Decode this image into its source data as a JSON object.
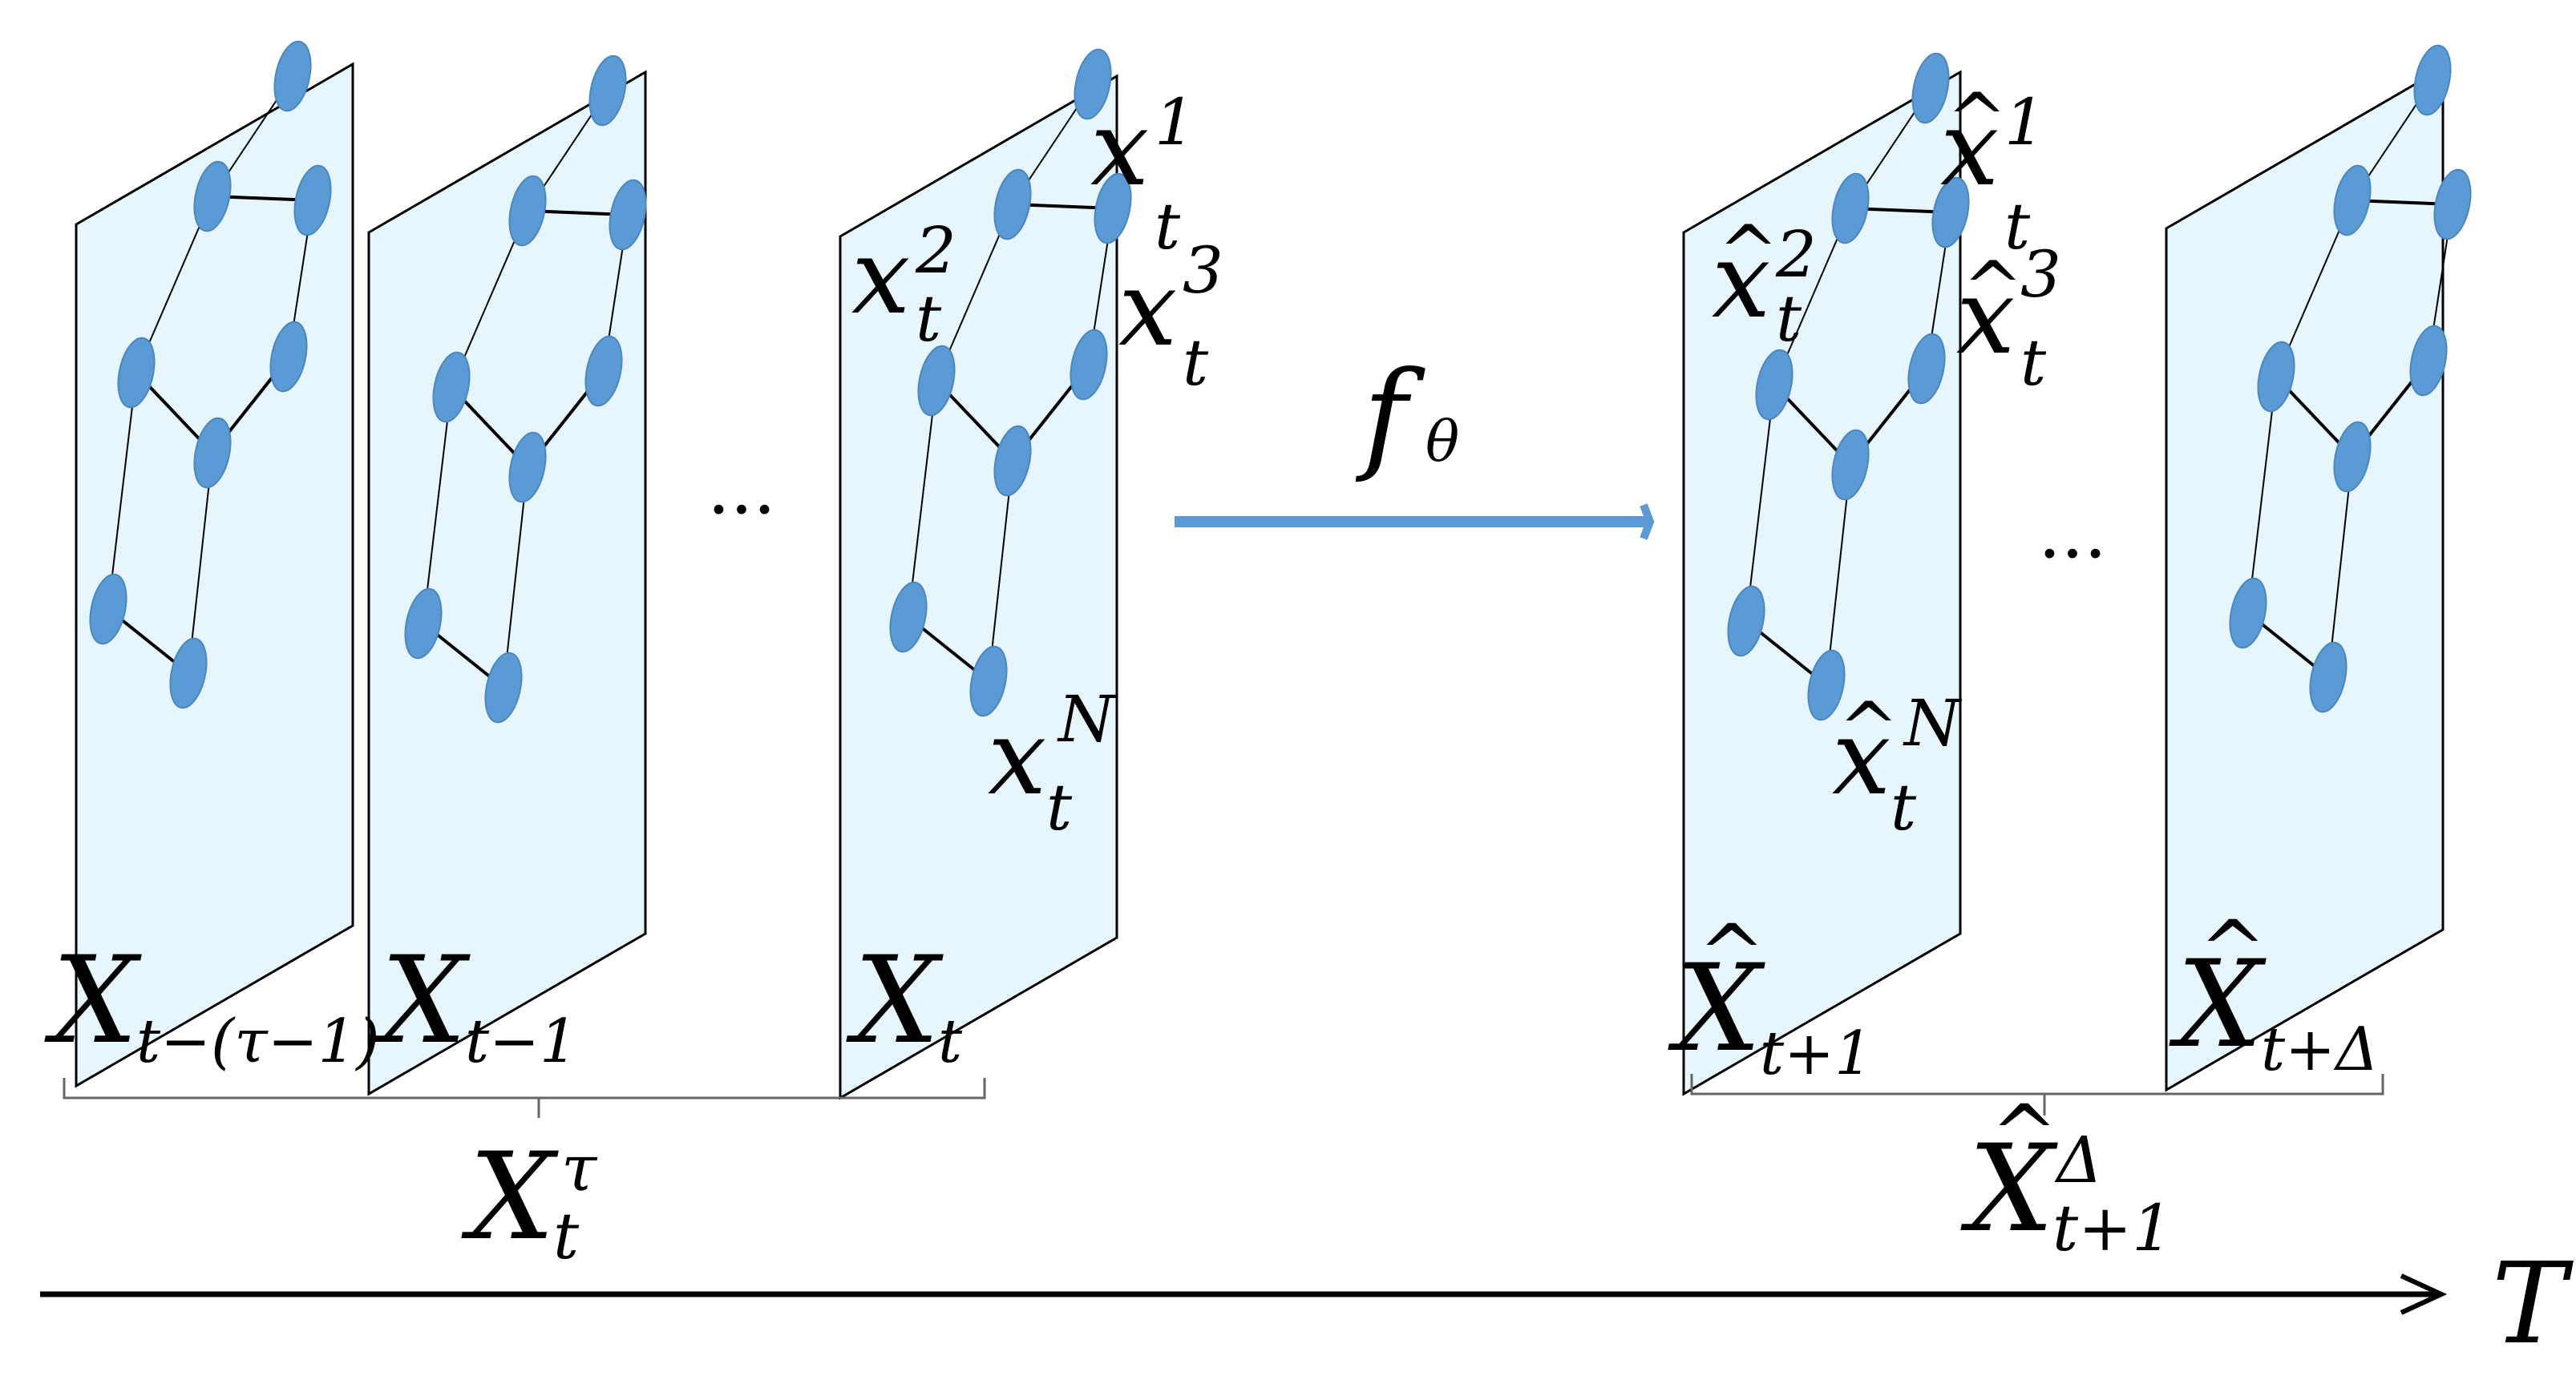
{
  "colors": {
    "plane_fill": "#e7f5fc",
    "plane_stroke": "#000000",
    "node_fill": "#5b9bd5",
    "node_stroke": "#4a86c0",
    "edge": "#000000",
    "arrow": "#5b9bd5",
    "text": "#000000"
  },
  "mapping": {
    "f": "f",
    "sub": "θ"
  },
  "ellipsis": [
    "...",
    "..."
  ],
  "time_axis": {
    "label": "T"
  },
  "input_frames": [
    {
      "base": "X",
      "sub": "t−(τ−1)"
    },
    {
      "base": "X",
      "sub": "t−1"
    },
    {
      "base": "X",
      "sub": "t"
    }
  ],
  "output_frames": [
    {
      "base": "X",
      "hat": "^",
      "sub": "t+1"
    },
    {
      "base": "X",
      "hat": "^",
      "sub": "t+Δ"
    }
  ],
  "input_group": {
    "base": "X",
    "sub": "t",
    "sup": "τ"
  },
  "output_group": {
    "base": "X",
    "hat": "^",
    "sub": "t+1",
    "sup": "Δ"
  },
  "node_labels_input": [
    {
      "base": "x",
      "sub": "t",
      "sup": "1"
    },
    {
      "base": "x",
      "sub": "t",
      "sup": "2"
    },
    {
      "base": "x",
      "sub": "t",
      "sup": "3"
    },
    {
      "base": "x",
      "sub": "t",
      "sup": "N"
    }
  ],
  "node_labels_output": [
    {
      "base": "x",
      "hat": "^",
      "sub": "t",
      "sup": "1"
    },
    {
      "base": "x",
      "hat": "^",
      "sub": "t",
      "sup": "2"
    },
    {
      "base": "x",
      "hat": "^",
      "sub": "t",
      "sup": "3"
    },
    {
      "base": "x",
      "hat": "^",
      "sub": "t",
      "sup": "N"
    }
  ]
}
